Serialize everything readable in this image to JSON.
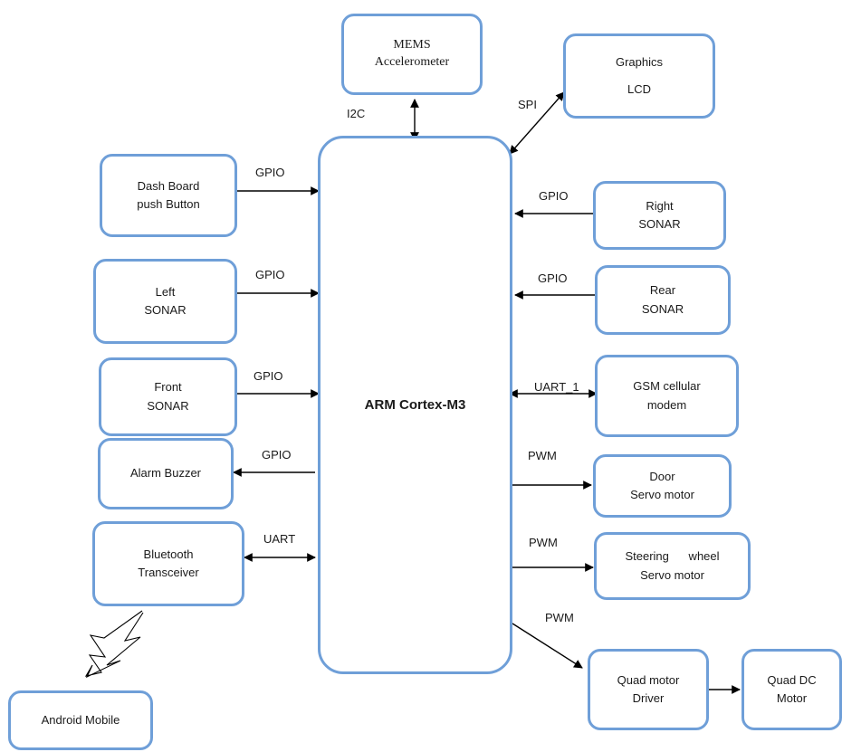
{
  "blocks": {
    "cpu": "ARM Cortex-M3",
    "mems": [
      "MEMS",
      "Accelerometer"
    ],
    "graphics_lcd": [
      "Graphics",
      "LCD"
    ],
    "dash_board": [
      "Dash Board",
      "push Button"
    ],
    "left_sonar": [
      "Left",
      "SONAR"
    ],
    "front_sonar": [
      "Front",
      "SONAR"
    ],
    "alarm_buzzer": "Alarm Buzzer",
    "bluetooth": [
      "Bluetooth",
      "Transceiver"
    ],
    "android": "Android Mobile",
    "right_sonar": [
      "Right",
      "SONAR"
    ],
    "rear_sonar": [
      "Rear",
      "SONAR"
    ],
    "gsm": [
      "GSM cellular",
      "modem"
    ],
    "door_servo": [
      "Door",
      "Servo motor"
    ],
    "steering_servo": [
      "Steering      wheel",
      "Servo motor"
    ],
    "quad_driver": [
      "Quad motor",
      "Driver"
    ],
    "quad_dc": [
      "Quad DC",
      "Motor"
    ]
  },
  "links": {
    "i2c": "I2C",
    "spi": "SPI",
    "gpio_dash": "GPIO",
    "gpio_left": "GPIO",
    "gpio_front": "GPIO",
    "gpio_buzzer": "GPIO",
    "uart_bt": "UART",
    "gpio_right": "GPIO",
    "gpio_rear": "GPIO",
    "uart1_gsm": "UART_1",
    "pwm_door": "PWM",
    "pwm_steering": "PWM",
    "pwm_quad": "PWM"
  },
  "colors": {
    "box_border": "#6f9fd8",
    "arrow": "#000000"
  }
}
